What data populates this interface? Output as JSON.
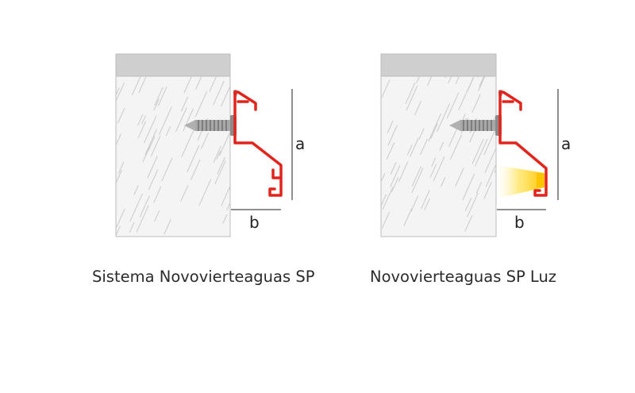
{
  "colors": {
    "profile_red": "#e3241b",
    "profile_dark": "#b3150f",
    "wall_fill": "#f2f2f2",
    "wall_outline": "#bdbdbd",
    "cap_fill": "#cfcfcf",
    "hatch": "#c9c9c9",
    "screw": "#9a9a9a",
    "dimension_line": "#222222",
    "led_light": "#ffd400"
  },
  "icons": [
    "screw-icon",
    "led-light-icon"
  ],
  "panels": [
    {
      "dim_a": "a",
      "dim_b": "b",
      "caption": "Sistema Novovierteaguas SP"
    },
    {
      "dim_a": "a",
      "dim_b": "b",
      "caption": "Novovierteaguas SP Luz"
    }
  ]
}
